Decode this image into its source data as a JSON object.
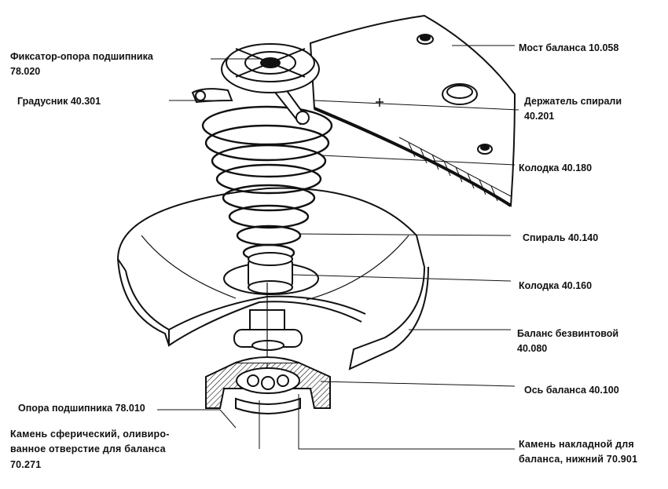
{
  "labels": {
    "most_balansa": "Мост баланса 10.058",
    "fiksator_line1": "Фиксатор-опора подшипника",
    "fiksator_line2": "78.020",
    "gradusnik": "Градусник 40.301",
    "derzhatel_line1": "Держатель спирали",
    "derzhatel_line2": "40.201",
    "kolodka_180": "Колодка 40.180",
    "spiral": "Спираль 40.140",
    "kolodka_160": "Колодка 40.160",
    "balans_line1": "Баланс безвинтовой",
    "balans_line2": "40.080",
    "os_balansa": "Ось баланса 40.100",
    "opora": "Опора подшипника 78.010",
    "kamen_sfer_line1": "Камень  сферический,  оливиро-",
    "kamen_sfer_line2": "ванное  отверстие  для  баланса",
    "kamen_sfer_line3": "70.271",
    "kamen_nakl_line1": "Камень  накладной  для",
    "kamen_nakl_line2": "баланса,   нижний  70.901"
  },
  "colors": {
    "ink": "#111111",
    "paper": "#ffffff"
  }
}
